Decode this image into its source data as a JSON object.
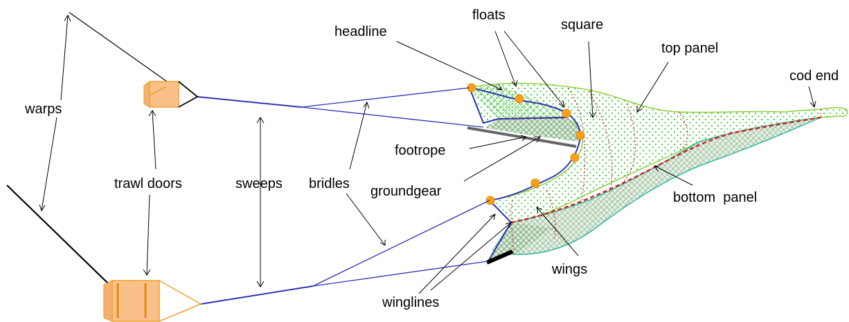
{
  "labels": {
    "warps": "warps",
    "trawl_doors": "trawl doors",
    "sweeps": "sweeps",
    "bridles": "bridles",
    "headline": "headline",
    "floats": "floats",
    "square": "square",
    "top_panel": "top panel",
    "cod_end": "cod end",
    "footrope": "footrope",
    "groundgear": "groundgear",
    "bottom_panel": "bottom  panel",
    "wings": "wings",
    "winglines": "winglines"
  },
  "colors": {
    "lines": "#2e34b0",
    "door_fill": "#f9c089",
    "door_stroke": "#f0a030",
    "float": "#f5a01a",
    "top_net": "#8ccf3a",
    "bottom_net": "#2fb8a0",
    "inner_red": "#d42020",
    "groundgear": "#666666"
  }
}
